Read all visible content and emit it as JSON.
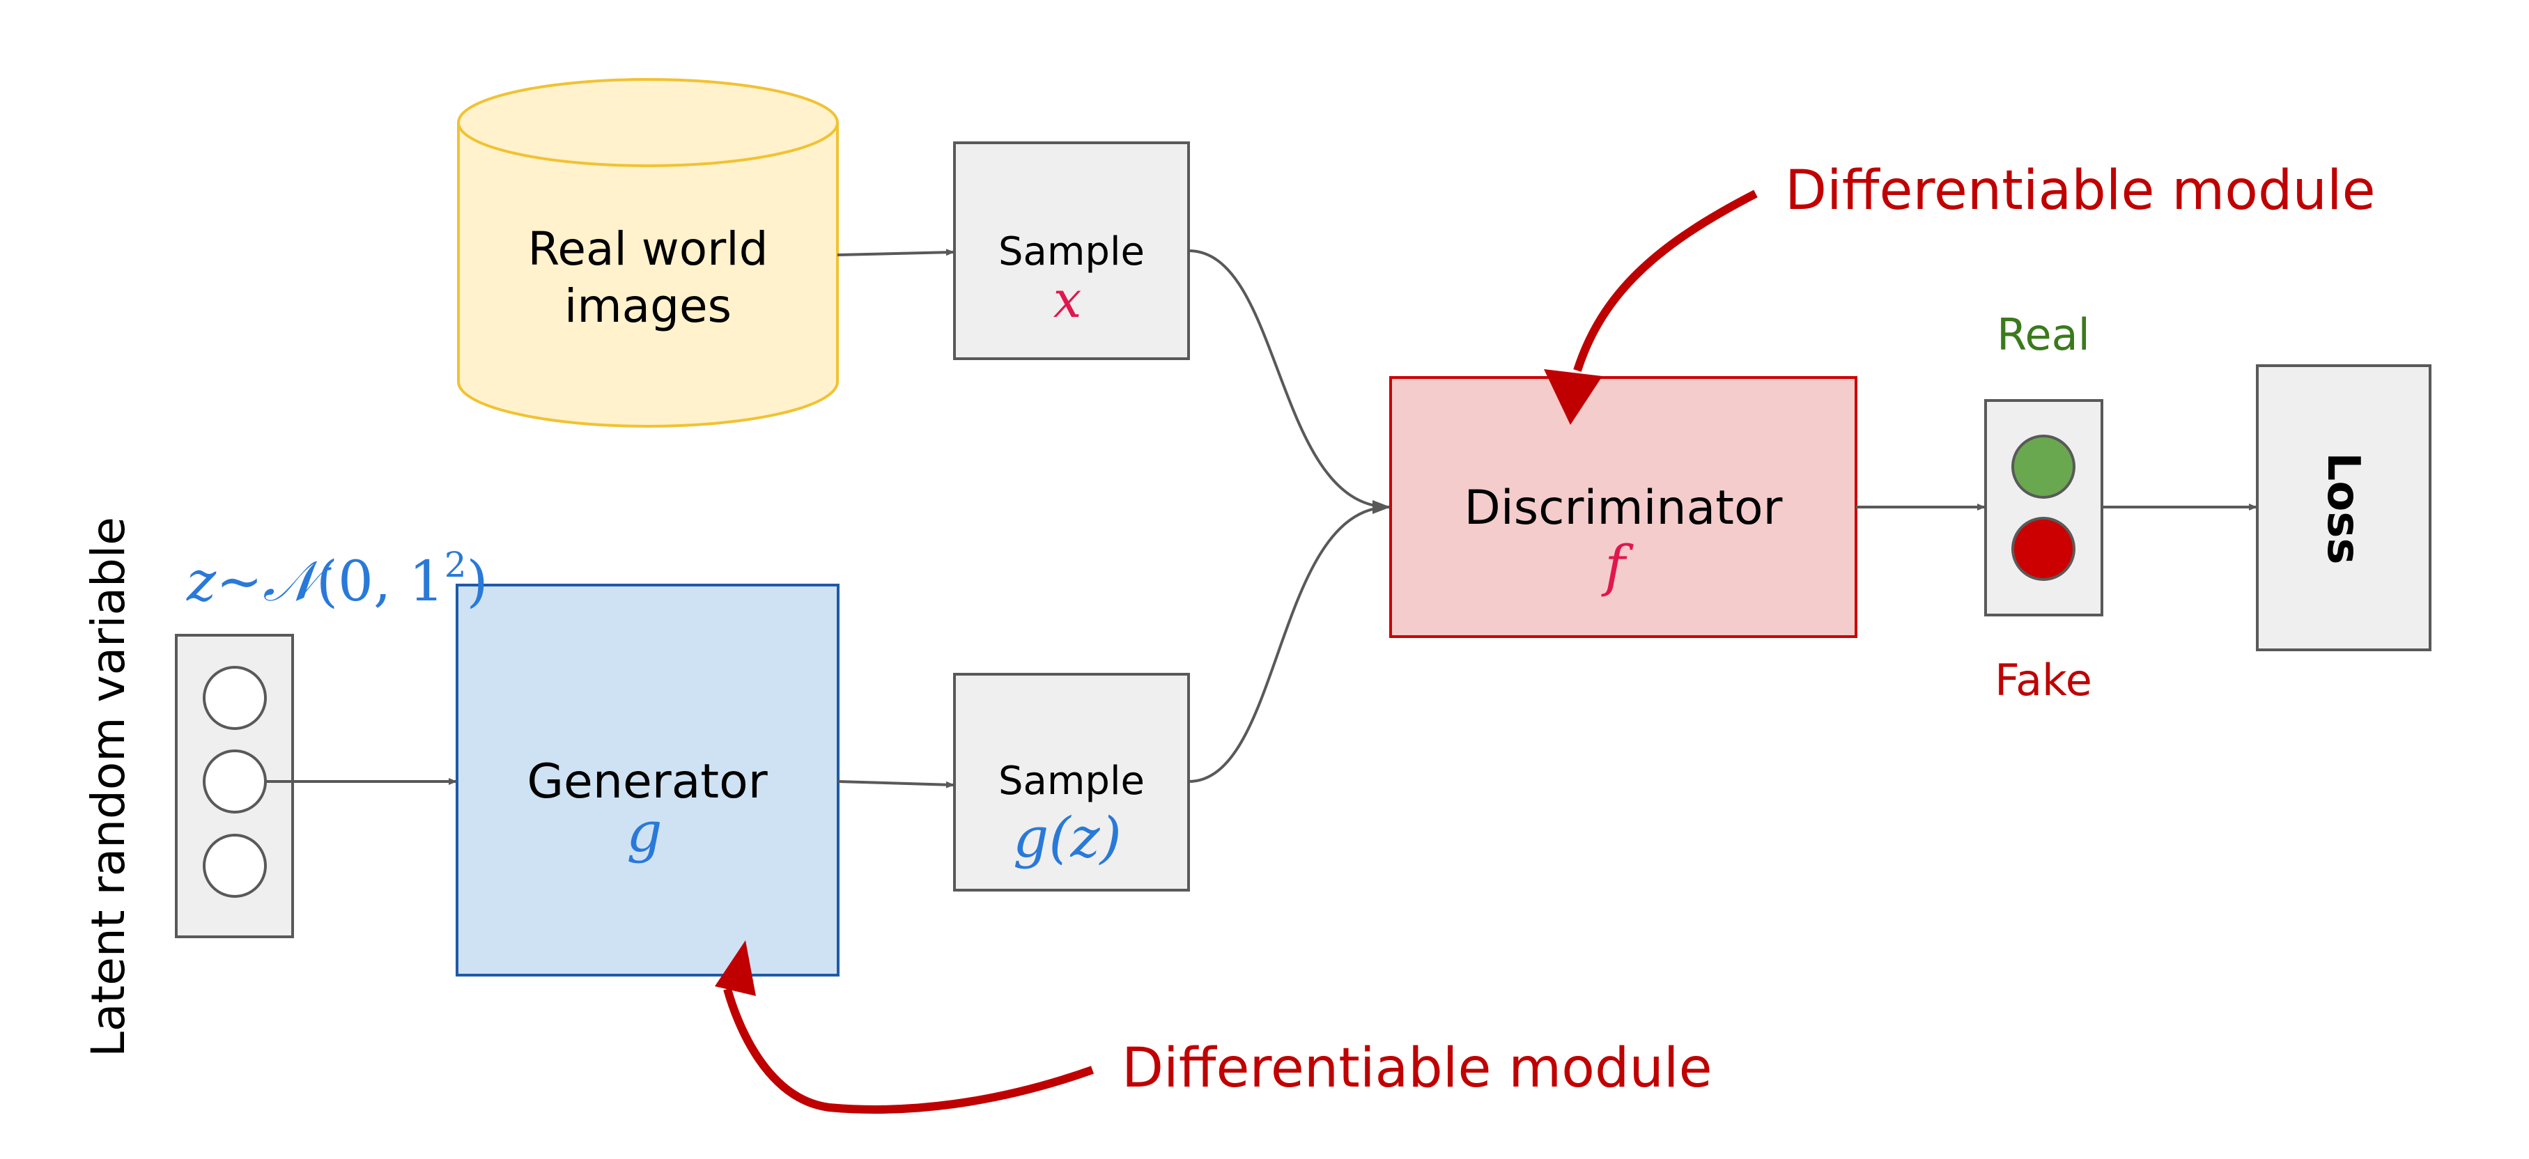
{
  "real_images": {
    "line1": "Real world",
    "line2": "images"
  },
  "sample_real": {
    "label": "Sample",
    "var": "x"
  },
  "sample_fake": {
    "label": "Sample",
    "var": "g(z)"
  },
  "generator": {
    "label": "Generator",
    "var": "g"
  },
  "discriminator": {
    "label": "Discriminator",
    "var": "f"
  },
  "latent": {
    "axis_label": "Latent random variable",
    "z": "z",
    "tilde": "~",
    "normal": "𝒩",
    "params": "(0, 1",
    "sup": "2",
    "close": ")"
  },
  "indicator": {
    "real": "Real",
    "fake": "Fake"
  },
  "loss": {
    "label": "Loss"
  },
  "annotations": {
    "top": "Differentiable module",
    "bottom": "Differentiable module"
  },
  "colors": {
    "annotation_red": "#c00000",
    "real_green": "#3a7a1c",
    "fake_red": "#c00000",
    "math_blue": "#2979d8",
    "math_pink": "#e0174e",
    "generator_fill": "#cfe2f3",
    "generator_stroke": "#1f5aa8",
    "discriminator_fill": "#f4cccc",
    "discriminator_stroke": "#cc0000",
    "cylinder_fill": "#fff2cc",
    "cylinder_stroke": "#f1c232",
    "gray_fill": "#efefef",
    "gray_stroke": "#595959",
    "green_light": "#6aa84f",
    "red_light": "#cc0000"
  }
}
